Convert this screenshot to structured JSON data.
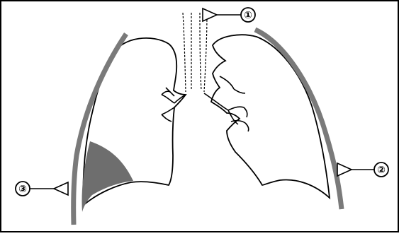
{
  "diagram": {
    "subject": "lungs-pleura-schematic",
    "markers": [
      {
        "id": "marker-1",
        "label": "①"
      },
      {
        "id": "marker-2",
        "label": "②"
      },
      {
        "id": "marker-3",
        "label": "③"
      }
    ]
  },
  "colors": {
    "outline": "#000000",
    "pleura_gray": "#7a7a7a",
    "effusion_fill": "#6e6e6e",
    "background": "#ffffff",
    "border": "#000000"
  }
}
